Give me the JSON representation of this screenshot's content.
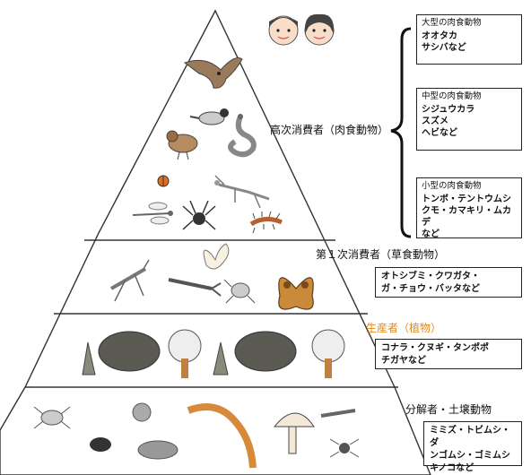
{
  "levels": {
    "high": {
      "title": "高次消費者（肉食動物）"
    },
    "primary": {
      "title": "第１次消費者（草食動物）",
      "examples": "オトシブミ・クワガタ・\nガ・チョウ・バッタなど"
    },
    "producer": {
      "title": "生産者（植物）",
      "examples": "コナラ・クヌギ・タンポポ\nチガヤなど",
      "title_color": "#e08a1e"
    },
    "decomposer": {
      "title": "分解者・土壌動物",
      "examples": "ミミズ・トビムシ・ダ\nンゴムシ・ゴミムシ\nキノコなど"
    }
  },
  "carnivores": [
    {
      "size": "大型の肉食動物",
      "examples": "オオタカ\nサシバなど"
    },
    {
      "size": "中型の肉食動物",
      "examples": "シジュウカラ\nスズメ\nヘビなど"
    },
    {
      "size": "小型の肉食動物",
      "examples": "トンボ・テントウムシ\nクモ・カマキリ・ムカデ\nなど"
    }
  ],
  "icons": [
    "children-icon",
    "hawk-icon",
    "sparrow-icon",
    "tit-icon",
    "snake-icon",
    "ladybug-icon",
    "mantis-icon",
    "dragonfly-icon",
    "spider-icon",
    "centipede-icon",
    "grasshopper-icon",
    "butterfly-icon",
    "stag-beetle-icon",
    "weevil-icon",
    "moth-icon",
    "tree-icon",
    "bush-icon",
    "dandelion-icon",
    "beetle-icon",
    "mite-icon",
    "earthworm-icon",
    "mushroom-icon",
    "springtail-icon",
    "pillbug-icon"
  ]
}
